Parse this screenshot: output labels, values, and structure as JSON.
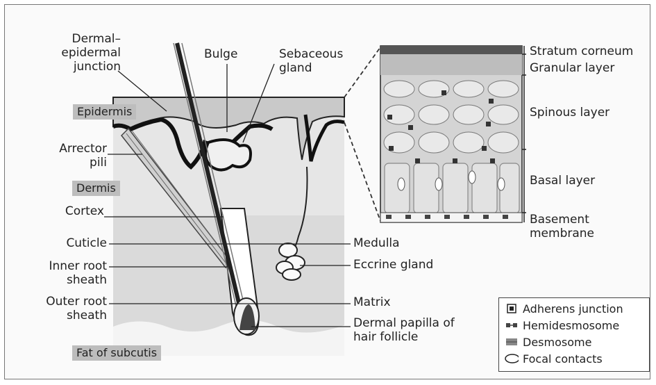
{
  "left_labels": {
    "dermal_epidermal": [
      "Dermal–",
      "epidermal",
      "junction"
    ],
    "epidermis": "Epidermis",
    "arrector": [
      "Arrector",
      "pili"
    ],
    "dermis": "Dermis",
    "cortex": "Cortex",
    "cuticle": "Cuticle",
    "inner_root": [
      "Inner root",
      "sheath"
    ],
    "outer_root": [
      "Outer root",
      "sheath"
    ],
    "fat": "Fat of subcutis"
  },
  "top_labels": {
    "bulge": "Bulge",
    "sebaceous": [
      "Sebaceous",
      "gland"
    ]
  },
  "right_labels": {
    "medulla": "Medulla",
    "eccrine": "Eccrine gland",
    "matrix": "Matrix",
    "papilla": [
      "Dermal papilla of",
      "hair follicle"
    ]
  },
  "layer_labels": {
    "stratum_corneum": "Stratum corneum",
    "granular": "Granular layer",
    "spinous": "Spinous layer",
    "basal": "Basal layer",
    "basement": [
      "Basement",
      "membrane"
    ]
  },
  "legend": {
    "adherens": "Adherens junction",
    "hemidesmosome": "Hemidesmosome",
    "desmosome": "Desmosome",
    "focal": "Focal contacts"
  },
  "colors": {
    "dermis_fill": "#d9d9d9",
    "fat_fill": "#cfcfcf",
    "label_box": "#bdbdbd",
    "ink": "#222222"
  }
}
